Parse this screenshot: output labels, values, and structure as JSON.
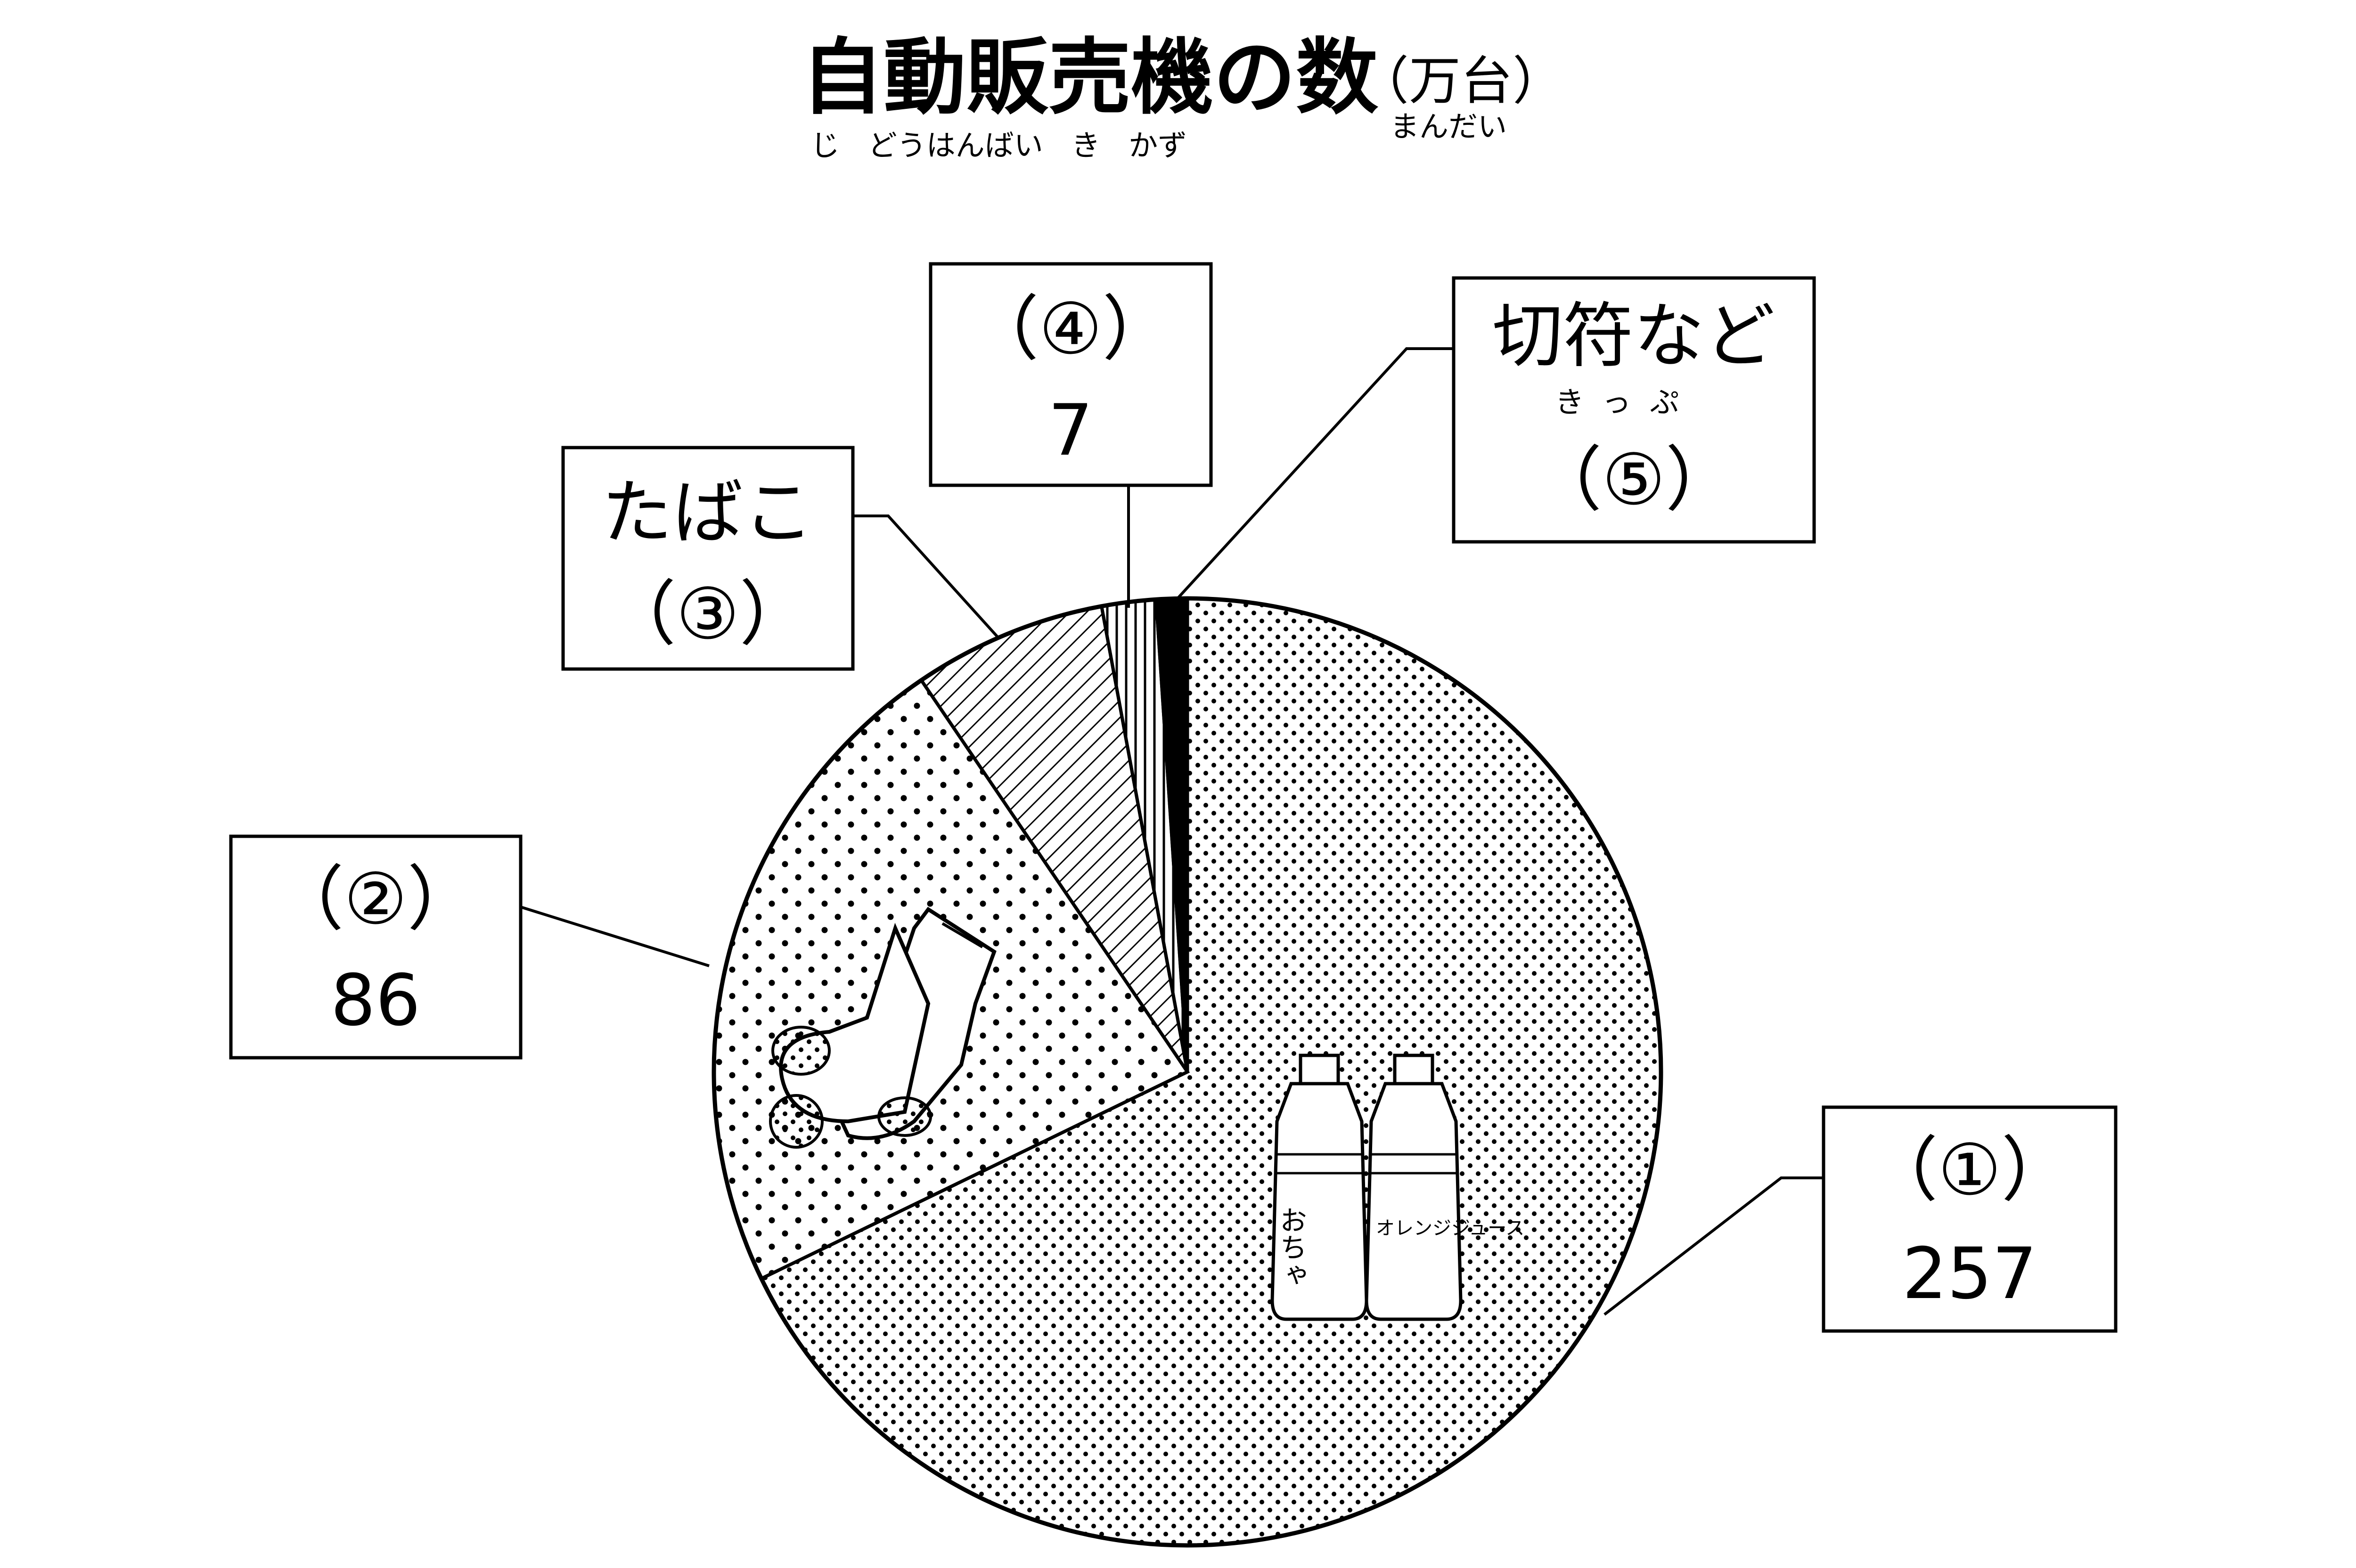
{
  "chart_data": {
    "type": "pie",
    "title": "自動販売機の数",
    "title_ruby": "じ どうはんばい き かず",
    "unit": "（万台）",
    "unit_ruby": "まんだい",
    "categories": [
      "（①）",
      "（②）",
      "たばこ",
      "（④）",
      "切符など"
    ],
    "slices": [
      {
        "id": "s1",
        "category_label": "（①）",
        "value_label": "257",
        "value": 257,
        "pattern": "dots-fine"
      },
      {
        "id": "s2",
        "category_label": "（②）",
        "value_label": "86",
        "value": 86,
        "pattern": "dots-sparse"
      },
      {
        "id": "s3",
        "category_label": "たばこ",
        "value_label": "（③）",
        "value": 25,
        "pattern": "hatch"
      },
      {
        "id": "s4",
        "category_label": "（④）",
        "value_label": "7",
        "value": 7,
        "pattern": "vlines"
      },
      {
        "id": "s5",
        "category_label": "切符など",
        "label_ruby": "きっぷ",
        "value_label": "（⑤）",
        "value": 4,
        "pattern": "solid"
      }
    ],
    "illustrations": [
      {
        "name": "bottle",
        "text": "おちゃ"
      },
      {
        "name": "bottle",
        "text": "オレンジジュース"
      },
      {
        "name": "socks"
      }
    ]
  }
}
